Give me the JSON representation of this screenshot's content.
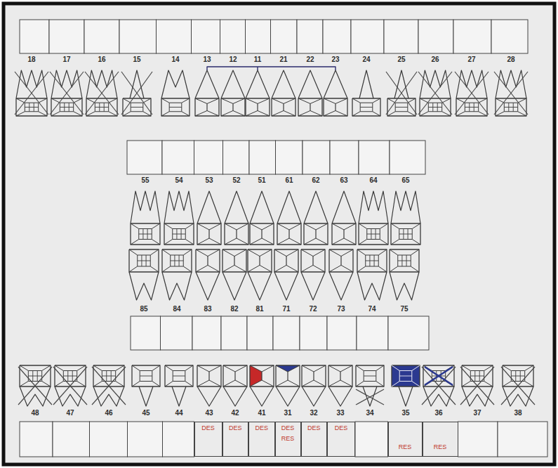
{
  "diagram": {
    "nodes": [
      {
        "text": [
          "DES"
        ]
      },
      {
        "text": [
          "DES"
        ]
      },
      {
        "text": [
          "DES"
        ]
      },
      {
        "text": [
          "DES",
          "RES"
        ]
      },
      {
        "text": [
          "DES"
        ]
      },
      {
        "text": [
          "DES"
        ]
      },
      {
        "text": [
          "RES"
        ]
      },
      {
        "text": [
          "RES"
        ]
      }
    ],
    "labels": [
      "18",
      "17",
      "16",
      "15",
      "14",
      "13",
      "12",
      "11",
      "21",
      "22",
      "23",
      "24",
      "25",
      "26",
      "27",
      "28",
      "55",
      "54",
      "53",
      "52",
      "51",
      "61",
      "62",
      "63",
      "64",
      "65",
      "85",
      "84",
      "83",
      "82",
      "81",
      "71",
      "72",
      "73",
      "74",
      "75",
      "48",
      "47",
      "46",
      "45",
      "44",
      "43",
      "42",
      "41",
      "31",
      "32",
      "33",
      "34",
      "35",
      "36",
      "37",
      "38"
    ]
  }
}
